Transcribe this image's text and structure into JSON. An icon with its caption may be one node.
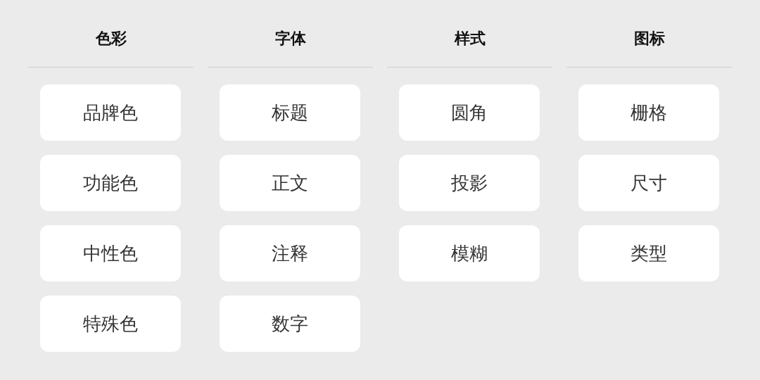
{
  "diagram": {
    "nodes": [
      {
        "text": [
          "品牌色"
        ]
      },
      {
        "text": [
          "功能色"
        ]
      },
      {
        "text": [
          "中性色"
        ]
      },
      {
        "text": [
          "特殊色"
        ]
      },
      {
        "text": [
          "标题"
        ]
      },
      {
        "text": [
          "正文"
        ]
      },
      {
        "text": [
          "注释"
        ]
      },
      {
        "text": [
          "数字"
        ]
      },
      {
        "text": [
          "圆角"
        ]
      },
      {
        "text": [
          "投影"
        ]
      },
      {
        "text": [
          "模糊"
        ]
      },
      {
        "text": [
          "栅格"
        ]
      },
      {
        "text": [
          "尺寸"
        ]
      },
      {
        "text": [
          "类型"
        ]
      }
    ],
    "edges": [],
    "labels": [
      "色彩",
      "字体",
      "样式",
      "图标"
    ]
  }
}
